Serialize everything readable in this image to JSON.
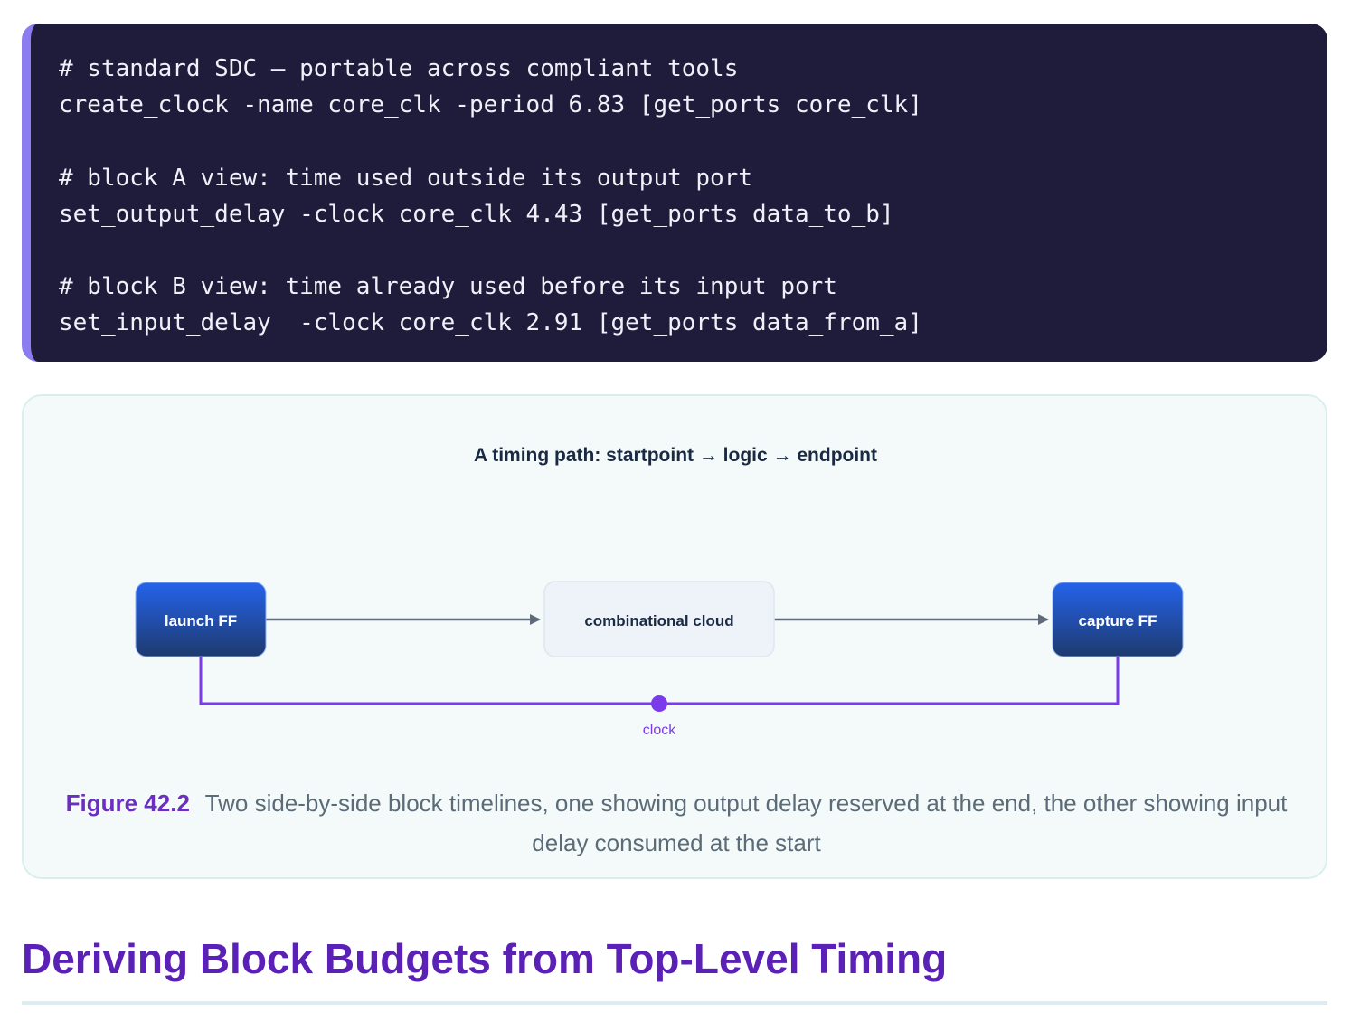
{
  "code": {
    "lines": [
      "# standard SDC — portable across compliant tools",
      "create_clock -name core_clk -period 6.83 [get_ports core_clk]",
      "",
      "# block A view: time used outside its output port",
      "set_output_delay -clock core_clk 4.43 [get_ports data_to_b]",
      "",
      "# block B view: time already used before its input port",
      "set_input_delay  -clock core_clk 2.91 [get_ports data_from_a]"
    ]
  },
  "diagram": {
    "title": "A timing path: startpoint → logic → endpoint",
    "nodes": {
      "launch": "launch FF",
      "cloud": "combinational cloud",
      "capture": "capture FF"
    },
    "clock_label": "clock",
    "colors": {
      "ff_top": "#2563eb",
      "ff_bottom": "#1e3a6e",
      "cloud_fill": "#eef3fa",
      "arrow": "#5f6b7a",
      "clock": "#7c3aed"
    }
  },
  "caption": {
    "label": "Figure 42.2",
    "text": "Two side-by-side block timelines, one showing output delay reserved at the end, the other showing input delay consumed at the start"
  },
  "section": {
    "heading": "Deriving Block Budgets from Top-Level Timing"
  }
}
